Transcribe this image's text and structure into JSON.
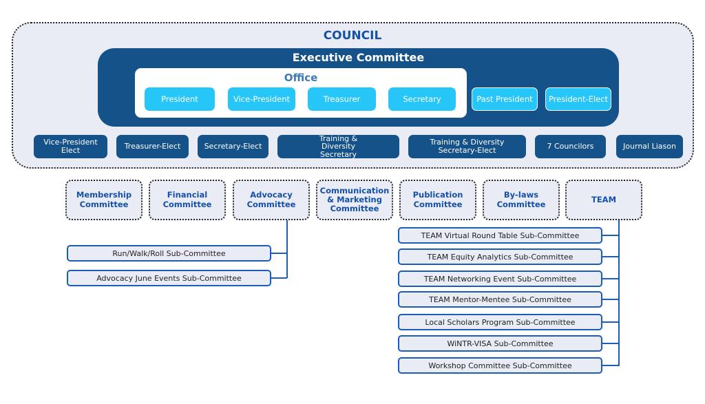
{
  "council": {
    "title": "COUNCIL",
    "executive_committee": {
      "title": "Executive Committee",
      "office": {
        "title": "Office",
        "members": [
          "President",
          "Vice-President",
          "Treasurer",
          "Secretary"
        ]
      },
      "other_members": [
        "Past President",
        "President-Elect"
      ]
    },
    "members": [
      "Vice-President Elect",
      "Treasurer-Elect",
      "Secretary-Elect",
      "Training & Diversity Secretary",
      "Training & Diversity Secretary-Elect",
      "7 Councilors",
      "Journal Liason"
    ]
  },
  "committees": [
    "Membership Committee",
    "Financial Committee",
    "Advocacy Committee",
    "Communication & Marketing Committee",
    "Publication Committee",
    "By-laws Committee",
    "TEAM"
  ],
  "advocacy_subcommittees": [
    "Run/Walk/Roll Sub-Committee",
    "Advocacy June Events Sub-Committee"
  ],
  "team_subcommittees": [
    "TEAM Virtual Round Table Sub-Committee",
    "TEAM Equity Analytics Sub-Committee",
    "TEAM Networking Event Sub-Committee",
    "TEAM Mentor-Mentee Sub-Committee",
    "Local Scholars Program Sub-Committee",
    "WiNTR-VISA Sub-Committee",
    "Workshop Committee Sub-Committee"
  ],
  "colors": {
    "navy": "#155289",
    "cyan": "#26c6f9",
    "title_blue": "#1551a8",
    "panel_bg": "#e9ebf5",
    "connector": "#1a5cb8"
  }
}
